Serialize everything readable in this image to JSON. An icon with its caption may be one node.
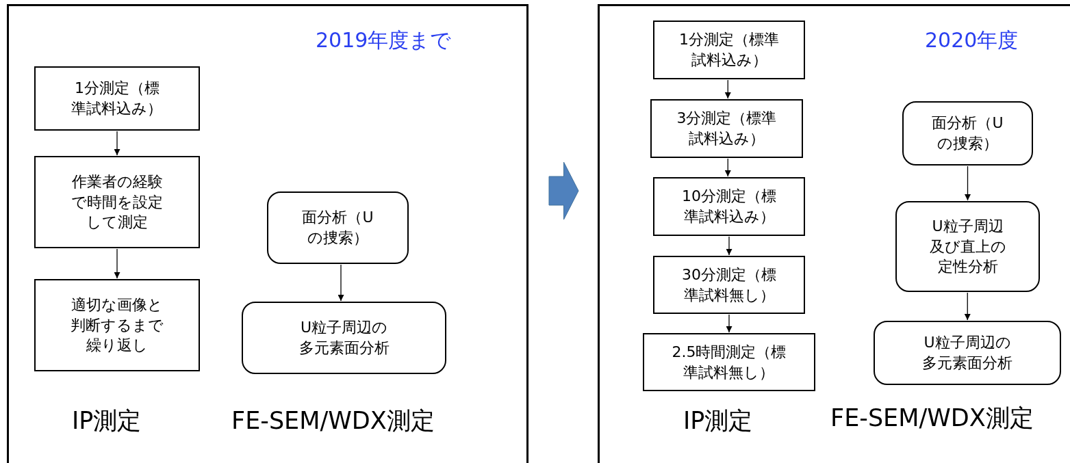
{
  "diagram": {
    "nodes": [
      {
        "text": [
          "2019年度まで"
        ]
      },
      {
        "text": [
          "1分測定（標準試料込み）"
        ],
        "in": 0
      },
      {
        "text": [
          "作業者の経験で時間を設定して測定"
        ],
        "in": 0
      },
      {
        "text": [
          "適切な画像と判断するまで繰り返し"
        ],
        "in": 0
      },
      {
        "text": [
          "面分析（Uの捜索）"
        ],
        "in": 0
      },
      {
        "text": [
          "U粒子周辺の多元素面分析"
        ],
        "in": 0
      },
      {
        "text": [
          "2020年度"
        ]
      },
      {
        "text": [
          "1分測定（標準試料込み）"
        ],
        "in": 6
      },
      {
        "text": [
          "3分測定（標準試料込み）"
        ],
        "in": 6
      },
      {
        "text": [
          "10分測定（標準試料込み）"
        ],
        "in": 6
      },
      {
        "text": [
          "30分測定（標準試料無し）"
        ],
        "in": 6
      },
      {
        "text": [
          "2.5時間測定（標準試料無し）"
        ],
        "in": 6
      },
      {
        "text": [
          "面分析（Uの捜索）"
        ],
        "in": 6
      },
      {
        "text": [
          "U粒子周辺及び直上の定性分析"
        ],
        "in": 6
      },
      {
        "text": [
          "U粒子周辺の多元素面分析"
        ],
        "in": 6
      }
    ],
    "edges": [
      {
        "from": 0,
        "to": 6,
        "arrow": "to",
        "style": "thick",
        "color": "#4f81bd"
      },
      {
        "from": 1,
        "to": 2,
        "arrow": "to"
      },
      {
        "from": 2,
        "to": 3,
        "arrow": "to"
      },
      {
        "from": 4,
        "to": 5,
        "arrow": "to"
      },
      {
        "from": 7,
        "to": 8,
        "arrow": "to"
      },
      {
        "from": 8,
        "to": 9,
        "arrow": "to"
      },
      {
        "from": 9,
        "to": 10,
        "arrow": "to"
      },
      {
        "from": 10,
        "to": 11,
        "arrow": "to"
      },
      {
        "from": 12,
        "to": 13,
        "arrow": "to"
      },
      {
        "from": 13,
        "to": 14,
        "arrow": "to"
      }
    ],
    "labels": [
      "IP測定",
      "FE-SEM/WDX測定",
      "IP測定",
      "FE-SEM/WDX測定"
    ]
  }
}
